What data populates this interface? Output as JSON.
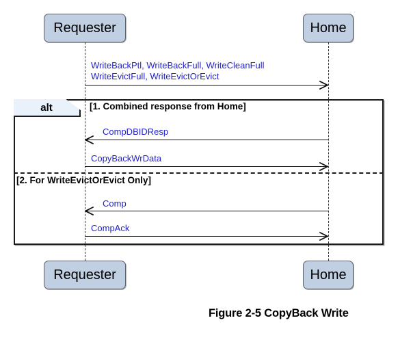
{
  "figure": {
    "caption": "Figure 2-5 CopyBack Write"
  },
  "participants": [
    {
      "id": "requester",
      "label": "Requester"
    },
    {
      "id": "home",
      "label": "Home"
    }
  ],
  "lifelines": {
    "top_boxes": [
      {
        "label": "Requester"
      },
      {
        "label": "Home"
      }
    ],
    "bottom_boxes": [
      {
        "label": "Requester"
      },
      {
        "label": "Home"
      }
    ]
  },
  "messages": [
    {
      "id": "msg-writeback",
      "label_line1": "WriteBackPtl, WriteBackFull, WriteCleanFull",
      "label_line2": "WriteEvictFull, WriteEvictOrEvict",
      "from": "Requester",
      "to": "Home",
      "direction": "right"
    },
    {
      "id": "msg-compdbidresp",
      "label": "CompDBIDResp",
      "from": "Home",
      "to": "Requester",
      "direction": "left"
    },
    {
      "id": "msg-copybackwrdata",
      "label": "CopyBackWrData",
      "from": "Requester",
      "to": "Home",
      "direction": "right"
    },
    {
      "id": "msg-comp",
      "label": "Comp",
      "from": "Home",
      "to": "Requester",
      "direction": "left"
    },
    {
      "id": "msg-compack",
      "label": "CompAck",
      "from": "Requester",
      "to": "Home",
      "direction": "right"
    }
  ],
  "fragment": {
    "operator": "alt",
    "operands": [
      {
        "condition": "[1. Combined response from Home]"
      },
      {
        "condition": "[2. For WriteEvictOrEvict Only]"
      }
    ]
  },
  "colors": {
    "participant_fill": "#c0cfe2",
    "participant_border": "#5a5f6b",
    "message_text": "#2222cc",
    "fragment_tab_fill": "#e9f1fb",
    "frame_border": "#1a1a1a",
    "line": "#111111",
    "background": "#ffffff"
  }
}
